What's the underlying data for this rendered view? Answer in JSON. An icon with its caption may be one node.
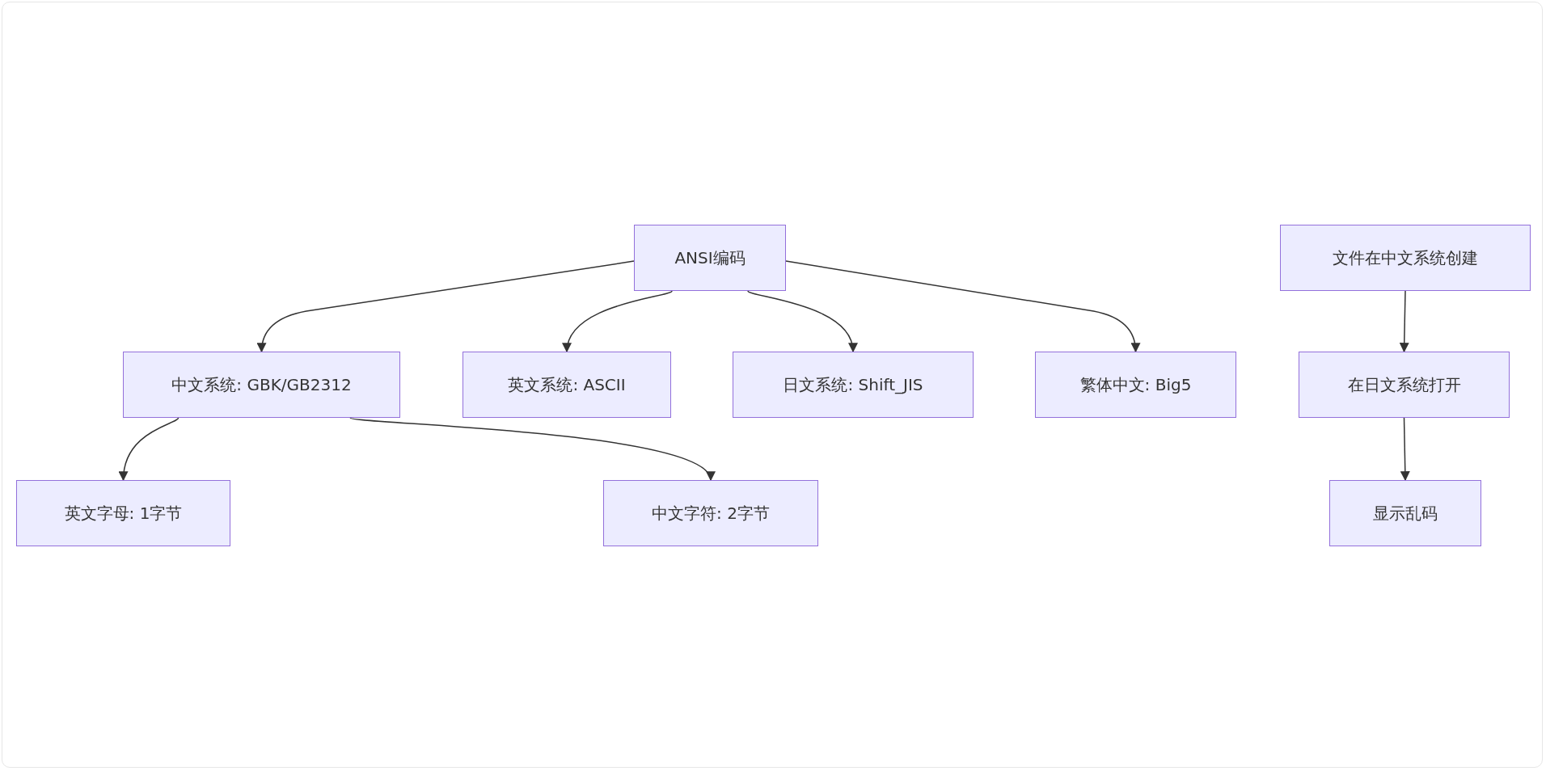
{
  "diagram": {
    "nodes": [
      {
        "text": [
          "ANSI编码"
        ]
      },
      {
        "text": [
          "中文系统: GBK/GB2312"
        ]
      },
      {
        "text": [
          "英文系统: ASCII"
        ]
      },
      {
        "text": [
          "日文系统: Shift_JIS"
        ]
      },
      {
        "text": [
          "繁体中文: Big5"
        ]
      },
      {
        "text": [
          "英文字母: 1字节"
        ]
      },
      {
        "text": [
          "中文字符: 2字节"
        ]
      },
      {
        "text": [
          "文件在中文系统创建"
        ]
      },
      {
        "text": [
          "在日文系统打开"
        ]
      },
      {
        "text": [
          "显示乱码"
        ]
      }
    ],
    "edges": [
      {
        "from": 0,
        "to": 1,
        "arrow": "to"
      },
      {
        "from": 0,
        "to": 2,
        "arrow": "to"
      },
      {
        "from": 0,
        "to": 3,
        "arrow": "to"
      },
      {
        "from": 0,
        "to": 4,
        "arrow": "to"
      },
      {
        "from": 1,
        "to": 5,
        "arrow": "to"
      },
      {
        "from": 1,
        "to": 6,
        "arrow": "to"
      },
      {
        "from": 7,
        "to": 8,
        "arrow": "to"
      },
      {
        "from": 8,
        "to": 9,
        "arrow": "to"
      }
    ]
  }
}
